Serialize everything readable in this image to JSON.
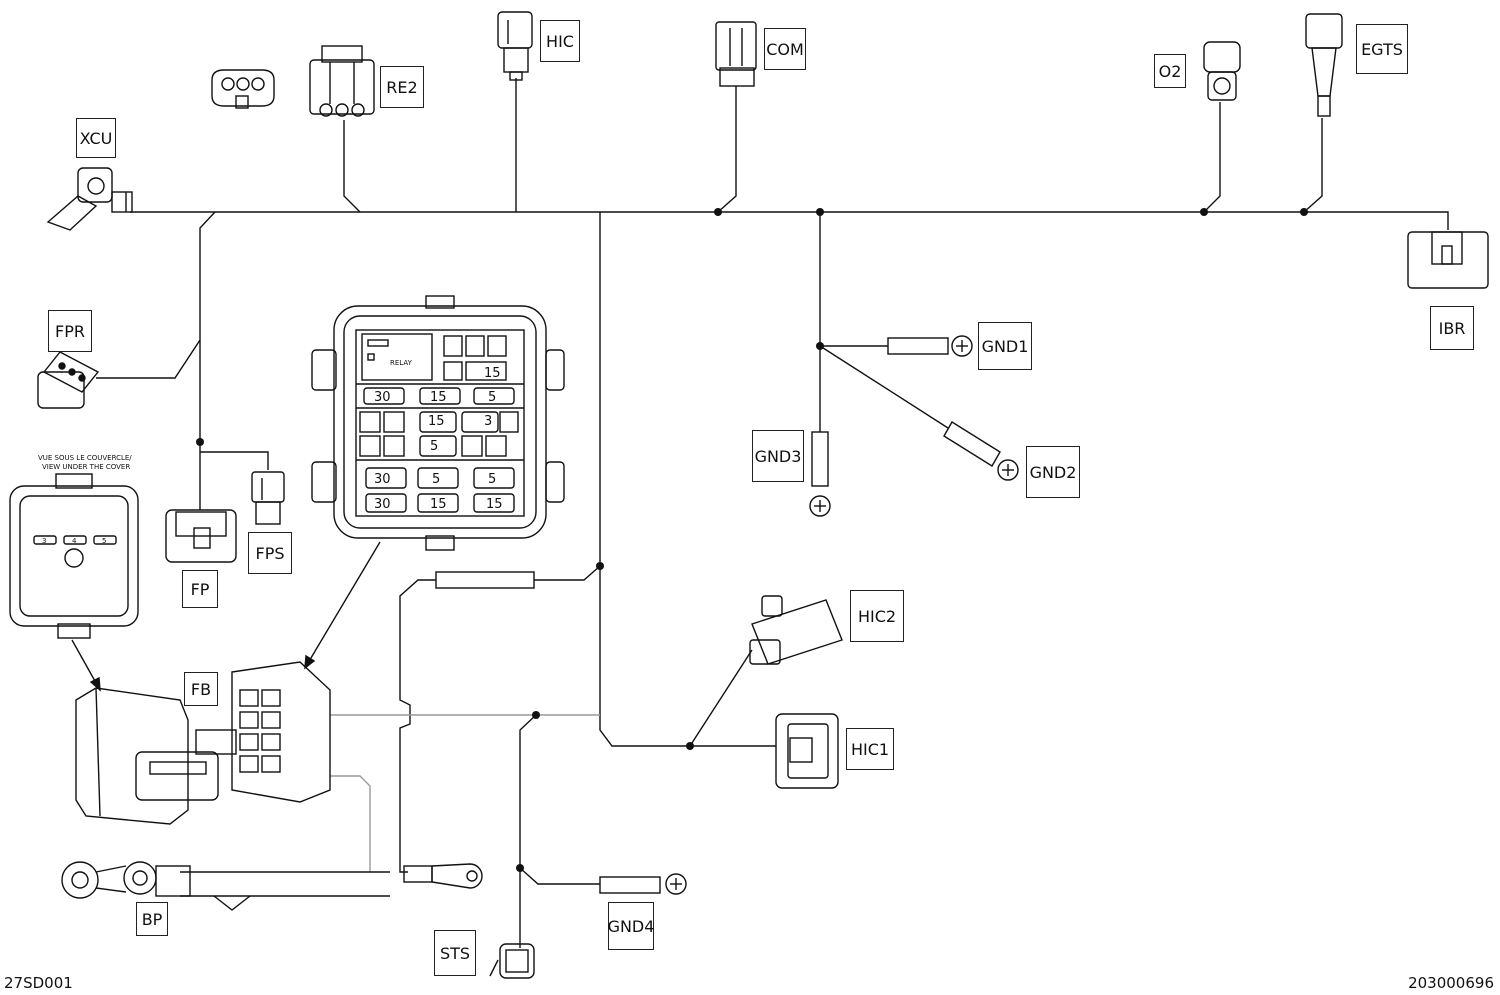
{
  "labels": {
    "xcu": "XCU",
    "re2": "RE2",
    "hic": "HIC",
    "com": "COM",
    "o2": "O2",
    "egts": "EGTS",
    "ibr": "IBR",
    "fpr": "FPR",
    "fp": "FP",
    "fps": "FPS",
    "gnd1": "GND1",
    "gnd2": "GND2",
    "gnd3": "GND3",
    "gnd4": "GND4",
    "hic2": "HIC2",
    "hic1": "HIC1",
    "fb": "FB",
    "bp": "BP",
    "sts": "STS"
  },
  "cover_note_line1": "VUE SOUS LE COUVERCLE/",
  "cover_note_line2": "VIEW UNDER THE COVER",
  "fuse_box": {
    "relay_label": "RELAY",
    "row1": [
      "30",
      "15",
      "5"
    ],
    "row2": [
      "15",
      "3"
    ],
    "row3": [
      "5"
    ],
    "row4": [
      "30",
      "5",
      "5"
    ],
    "row5": [
      "30",
      "15",
      "15"
    ],
    "corner_fuse": "15"
  },
  "cover_fuses": [
    "3",
    "4",
    "5"
  ],
  "footer": {
    "left_code": "27SD001",
    "right_code": "203000696"
  }
}
